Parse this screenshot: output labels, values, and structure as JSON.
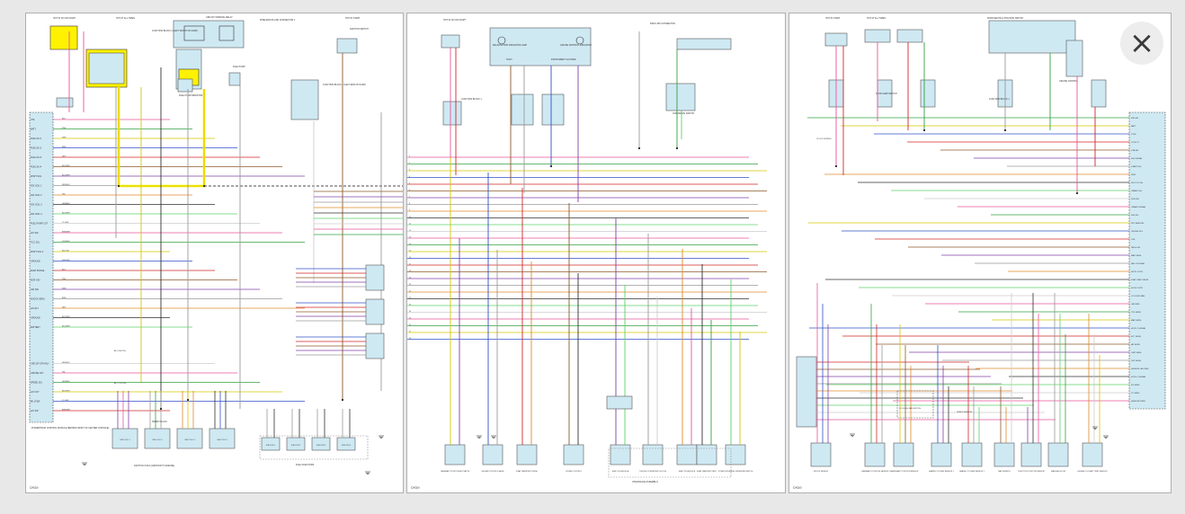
{
  "viewer": {
    "close_glyph": "×",
    "close_icon": "close-icon",
    "background_color": "#e8e8e8"
  },
  "colors": {
    "pnk": "#e9559a",
    "grn": "#35a040",
    "ltgrn": "#5fd06a",
    "yel": "#d4c600",
    "blu": "#3050c8",
    "red": "#d02828",
    "brn": "#8b5a2b",
    "ppl": "#8040a8",
    "gry": "#9a9a9a",
    "org": "#e08a2a",
    "wht": "#cccccc",
    "blk": "#303030",
    "highlight": "#fff200",
    "box": "#cfe9f3"
  },
  "sheets": [
    {
      "id": "sheet-1",
      "footer": "CM30",
      "header_labels": [
        "HOT IN ON OR START",
        "HOT AT ALL TIMES",
        "JUNCTION BLOCK 2 (LEFT FRONT OF DASH)",
        "CIRCUIT OPENING RELAY",
        "SHIELD/DATA LINK CONNECTOR 1",
        "HOT IN START",
        "IGNITION SWITCH",
        "FUEL PUMP RESISTOR",
        "JUNCTION BLOCK 1 (LEFT END OF DASH)",
        "FUEL PUMP"
      ],
      "left_connector_title": "POWERTRAIN CONTROL MODULE (BEHIND FRONT OF CENTER CONSOLE)",
      "left_pins": [
        "VTA",
        "BATT",
        "FUEL INJ 1",
        "FUEL INJ 2",
        "FUEL INJ 3",
        "FUEL INJ 4",
        "SHIFT SOL",
        "IGN COIL 1",
        "IGN COIL 2",
        "IGN COIL 3",
        "IGN COIL 4",
        "FUEL PUMP CUT",
        "A/C SW",
        "TCC SOL",
        "SHIFT SOL 2",
        "GROUND",
        "EVAP PURGE",
        "EGR VSV",
        "O/D SW",
        "KNOCK SENS",
        "A/C RLY",
        "GROUND",
        "BATTERY",
        "CIRCUIT OPN RLY",
        "CRUISE CUT",
        "SPEED SIG",
        "A/C CUT",
        "BK LTSW",
        "A/C SW"
      ],
      "wire_labels": [
        "BLK",
        "PNK",
        "WHT",
        "BRN",
        "GRY",
        "BLU/RED",
        "BLU/WHT",
        "RED/BLK",
        "YEL",
        "GRN/BLK",
        "BLK/WHT",
        "LT GRN",
        "BRN/WHT",
        "VIO/WHT",
        "BLU/YEL",
        "WHT/BLK"
      ],
      "bottom_components": [
        "IGN COIL 1",
        "IGN COIL 2",
        "IGN COIL 3",
        "IGN COIL 4",
        "FUEL INJ 1",
        "FUEL INJ 2",
        "FUEL INJ 3",
        "FUEL INJ 4"
      ],
      "bottom_caption": "IGNITION COILS (GROUND TO ENGINE)",
      "bottom_caption_2": "FUEL INJECTORS",
      "notes": [
        "SPARK PLUGS",
        "A/C SWITCH",
        "A/C CLUTCH"
      ]
    },
    {
      "id": "sheet-2",
      "footer": "CM30",
      "header_labels": [
        "HOT IN ON OR START",
        "MALFUNCTION INDICATOR LAMP",
        "CRUISE CONTROL INDICATOR",
        "TACH",
        "INSTRUMENT CLUSTER",
        "JUNCTION BLOCK 1",
        "DATA LINK CONNECTOR",
        "OVERDRIVE SWITCH"
      ],
      "bottom_components": [
        "CAMSHAFT POSITION ACTUATOR",
        "IDLE AIR CONTROL VALVE",
        "EVAP CANISTER PURGE",
        "CRUISE CONTROL",
        "SHIFT SOLENOID A",
        "TORQUE CONVERTER CLUTCH",
        "SHIFT SOLENOID B",
        "EVAP CANISTER VENT",
        "POWER STEERING PRESSURE SWITCH"
      ],
      "bottom_caption": "(TRANSAXLE ASSEMBLY)"
    },
    {
      "id": "sheet-3",
      "footer": "CM30",
      "header_labels": [
        "HOT IN START",
        "HOT AT ALL TIMES",
        "STOP LAMP SWITCH",
        "JUNCTION BLOCK 1",
        "PARK/NEUTRAL POSITION SWITCH",
        "CRUISE CONTROL"
      ],
      "right_pins": [
        "IGN SW",
        "BATT",
        "P SW",
        "STOP LP",
        "STA SW",
        "IGN SIGNAL",
        "START SIG",
        "NSW",
        "DIST OP SIG",
        "CRANK SIG",
        "PUR SW",
        "CRANK SIGNAL",
        "IGN SIG",
        "SP2 SENSOR",
        "CRUISE SIG",
        "VSS",
        "TACH SIG",
        "MAP SENS",
        "REF VOLTAGE",
        "HO2S 1 HTR",
        "EVAP CAN PURGE",
        "HO2S 2 HTR",
        "COOLING FAN",
        "GROUND",
        "TPS SENS",
        "MAP SENS",
        "HO2S 1 SIGNAL",
        "ECT SENS",
        "IAT SENS",
        "CMP SENS",
        "CKP SENS",
        "SENSOR GROUND",
        "HO2S 2 SIGNAL",
        "KS SENS",
        "TP SENS",
        "SENS RETURN"
      ],
      "bottom_components": [
        "KNOCK SENSOR",
        "CAMSHAFT POSITION SENSOR",
        "CRANKSHAFT POSITION SENSOR",
        "HEATED OXYGEN SENSOR 1",
        "HEATED OXYGEN SENSOR 2",
        "MAP SENSOR",
        "THROTTLE POSITION SENSOR",
        "MASS AIR FLOW",
        "ENGINE COOLANT TEMP SENSOR"
      ],
      "notes": [
        "COOLING FAN SWITCH",
        "SPEED SENSOR",
        "CLOCK SPRING"
      ]
    }
  ]
}
